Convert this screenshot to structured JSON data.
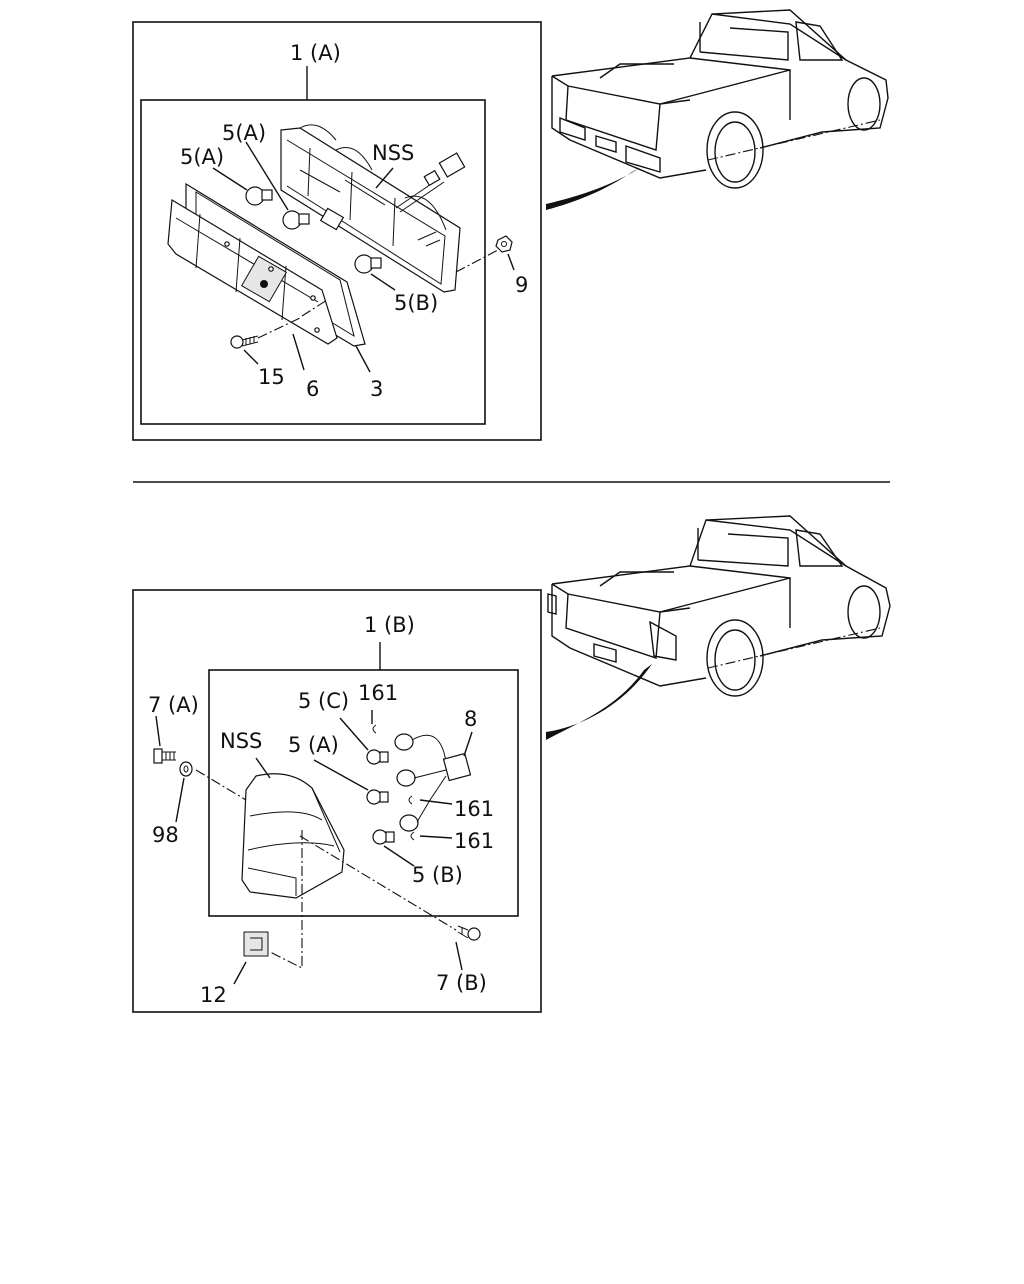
{
  "top_assembly": {
    "assembly_label": "1 (A)",
    "callouts": {
      "bulb_a_left": "5(A)",
      "bulb_a_mid": "5(A)",
      "nss": "NSS",
      "bulb_b": "5(B)",
      "nut": "9",
      "screw": "15",
      "lens": "6",
      "gasket": "3"
    }
  },
  "bottom_assembly": {
    "assembly_label": "1 (B)",
    "callouts": {
      "screw_a": "7 (A)",
      "washer": "98",
      "nss": "NSS",
      "bulb_c": "5 (C)",
      "socket_top": "161",
      "connector": "8",
      "bulb_a": "5 (A)",
      "socket_mid": "161",
      "socket_low": "161",
      "bulb_b": "5 (B)",
      "clip": "12",
      "screw_b": "7 (B)"
    }
  },
  "icons": [
    "pickup-truck-rear-view-icon",
    "lamp-bulb-icon",
    "screw-icon",
    "nut-icon",
    "clip-icon"
  ]
}
